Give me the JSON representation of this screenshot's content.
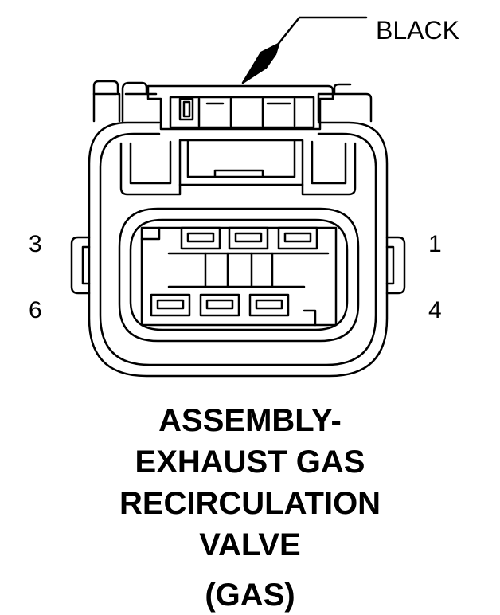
{
  "callout": {
    "wire_color": "BLACK"
  },
  "pins": {
    "top_left": "3",
    "bottom_left": "6",
    "top_right": "1",
    "bottom_right": "4"
  },
  "title": {
    "line1": "ASSEMBLY-",
    "line2": "EXHAUST GAS",
    "line3": "RECIRCULATION",
    "line4": "VALVE"
  },
  "subtitle": "(GAS)"
}
